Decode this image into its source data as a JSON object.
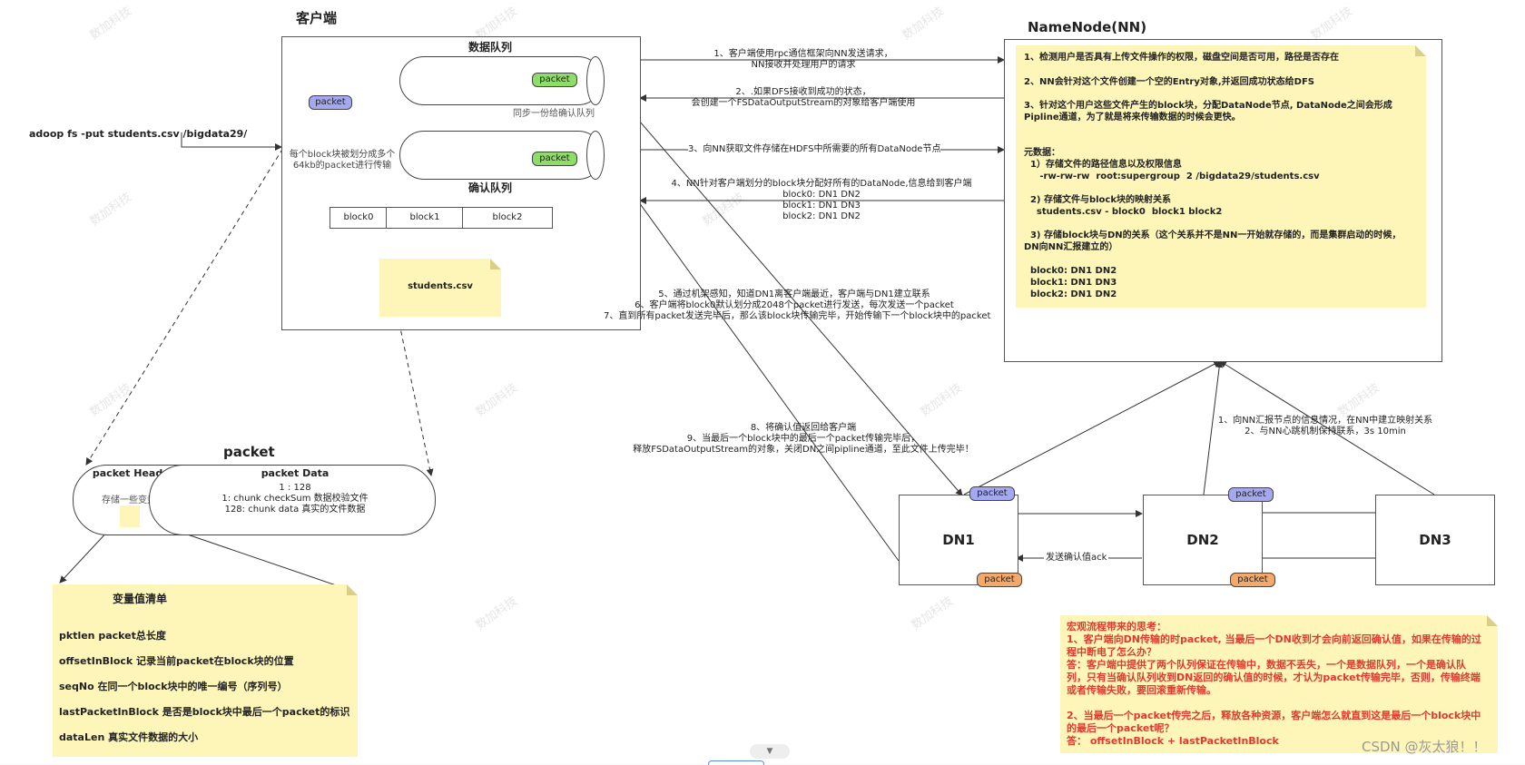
{
  "client": {
    "title": "客户端",
    "data_queue_title": "数据队列",
    "ack_queue_title": "确认队列",
    "sync_note": "同步一份给确认队列",
    "packet_label": "packet",
    "split_note": [
      "每个block块被划分成多个",
      "64kb的packet进行传输"
    ],
    "blocks": [
      "block0",
      "block1",
      "block2"
    ],
    "file_label": "students.csv"
  },
  "command": "adoop fs -put students.csv /bigdata29/",
  "namenode": {
    "title": "NameNode(NN)",
    "lines": [
      "1、检测用户是否具有上传文件操作的权限，磁盘空间是否可用，路径是否存在",
      "2、NN会针对这个文件创建一个空的Entry对象,并返回成功状态给DFS",
      "3、针对这个用户这些文件产生的block块，分配DataNode节点, DataNode之间会形成",
      "Pipline通道，为了就是将来传输数据的时候会更快。",
      "元数据：",
      "  1）存储文件的路径信息以及权限信息",
      "     -rw-rw-rw  root:supergroup  2 /bigdata29/students.csv",
      "  2) 存储文件与block块的映射关系",
      "    students.csv - block0  block1 block2",
      "  3) 存储block块与DN的关系（这个关系并不是NN一开始就存储的，而是集群启动的时候，",
      "DN向NN汇报建立的）",
      "  block0: DN1 DN2",
      "  block1: DN1 DN3",
      "  block2: DN1 DN2"
    ]
  },
  "arrows": {
    "a1": [
      "1、客户端使用rpc通信框架向NN发送请求，",
      "NN接收并处理用户的请求"
    ],
    "a2": [
      "2、.如果DFS接收到成功的状态，",
      "会创建一个FSDataOutputStream的对象给客户端使用"
    ],
    "a3": "3、向NN获取文件存储在HDFS中所需要的所有DataNode节点",
    "a4": [
      "4、NN针对客户端划分的block块分配好所有的DataNode,信息给到客户端",
      "block0: DN1 DN2",
      "block1: DN1 DN3",
      "block2: DN1 DN2"
    ],
    "a5": [
      "5、通过机架感知，知道DN1离客户端最近，客户端与DN1建立联系",
      "6、客户端将block0默认划分成2048个packet进行发送，每次发送一个packet",
      "7、直到所有packet发送完毕后，那么该block块传输完毕，开始传输下一个block块中的packet"
    ],
    "a8": [
      "8、将确认值返回给客户端",
      "9、当最后一个block块中的最后一个packet传输完毕后，",
      "释放FSDataOutputStream的对象，关闭DN之间pipline通道，至此文件上传完毕！"
    ],
    "report": [
      "1、向NN汇报节点的信息情况，在NN中建立映射关系",
      "2、与NN心跳机制保持联系，3s 10min"
    ],
    "ack": "发送确认值ack"
  },
  "datanodes": [
    "DN1",
    "DN2",
    "DN3"
  ],
  "packet": {
    "title": "packet",
    "header_title": "packet Header",
    "header_desc": "存储一些变量值",
    "data_title": "packet Data",
    "data_lines": [
      "1 : 128",
      "1: chunk checkSum 数据校验文件",
      "128: chunk data  真实的文件数据"
    ]
  },
  "variables": {
    "title": "变量值清单",
    "items": [
      "pktlen  packet总长度",
      "offsetInBlock  记录当前packet在block块的位置",
      "seqNo  在同一个block块中的唯一编号（序列号）",
      "lastPacketInBlock   是否是block块中最后一个packet的标识",
      "dataLen  真实文件数据的大小"
    ]
  },
  "thinking": {
    "lines": [
      "宏观流程带来的思考：",
      "1、客户端向DN传输的时packet, 当最后一个DN收到才会向前返回确认值，如果在传输的过",
      "程中断电了怎么办？",
      "答：客户端中提供了两个队列保证在传输中，数据不丢失，一个是数据队列，一个是确认队",
      "列，只有当确认队列收到DN返回的确认值的时候，才认为packet传输完毕，否则，传输终端",
      "或者传输失败，要回滚重新传输。",
      "",
      "2、当最后一个packet传完之后，释放各种资源，客户端怎么就直到这是最后一个block块中",
      "的最后一个packet呢？",
      "答：  offsetInBlock + lastPacketInBlock"
    ]
  },
  "footer": "CSDN @灰太狼！！",
  "watermark": "数加科技",
  "colors": {
    "note": "#fef6b8",
    "packet_blue": "#a3a8f0",
    "packet_green": "#8fdc6a",
    "packet_orange": "#f4a86a",
    "red_text": "#e03a2f"
  }
}
